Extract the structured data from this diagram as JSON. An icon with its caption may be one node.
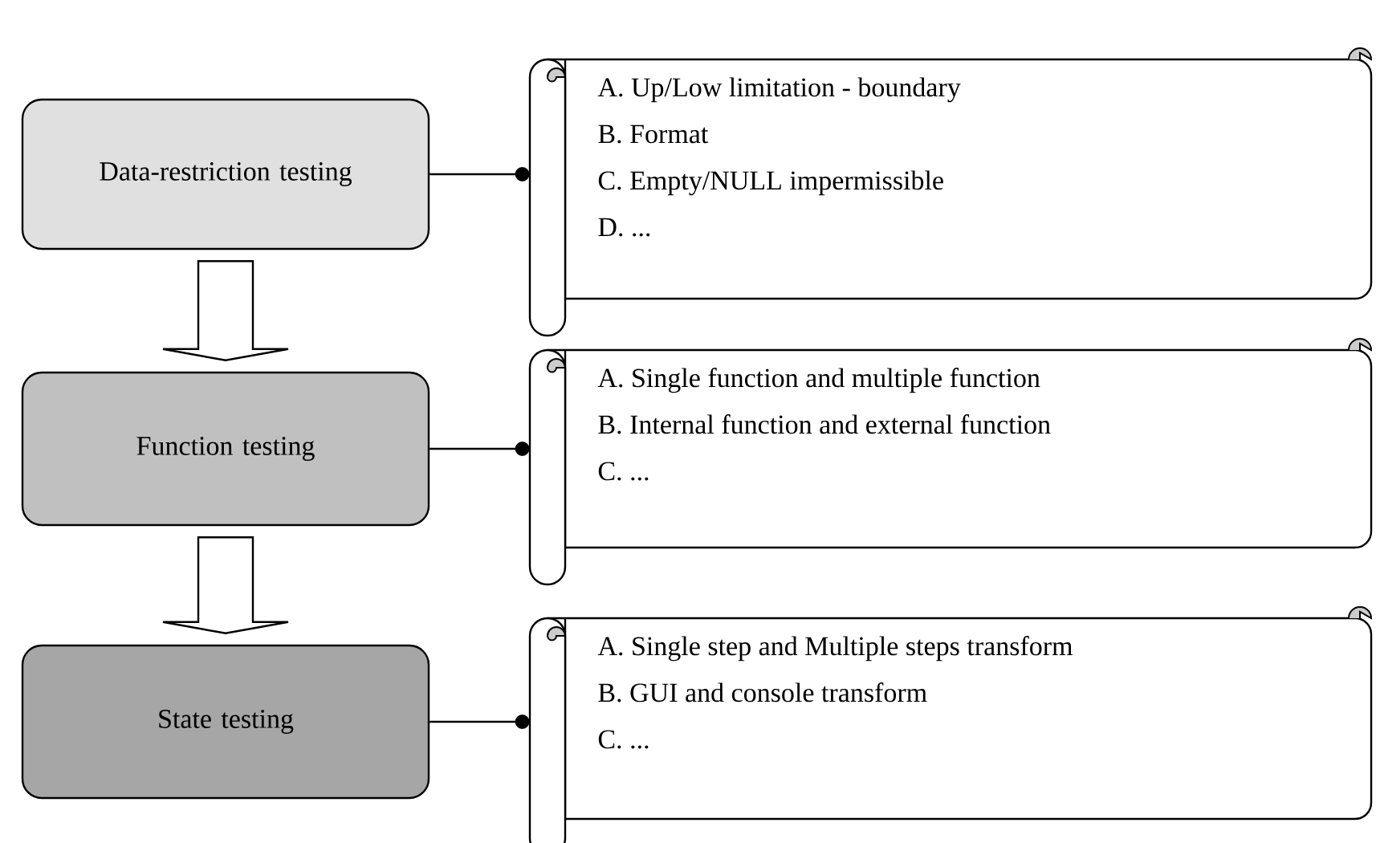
{
  "diagram": {
    "nodes": [
      {
        "text": [
          "Data-restriction testing"
        ]
      },
      {
        "text": [
          "A. Up/Low limitation - boundary",
          "B. Format",
          "C. Empty/NULL impermissible",
          "D. ..."
        ]
      },
      {
        "text": [
          "Function testing"
        ]
      },
      {
        "text": [
          "A. Single function and multiple function",
          "B. Internal function and external function",
          "C. ..."
        ]
      },
      {
        "text": [
          "State testing"
        ]
      },
      {
        "text": [
          "A. Single step and Multiple steps transform",
          "B. GUI and console transform",
          "C. ..."
        ]
      }
    ],
    "edges": [
      {
        "from": 0,
        "to": 1,
        "arrow": "other"
      },
      {
        "from": 2,
        "to": 3,
        "arrow": "other"
      },
      {
        "from": 4,
        "to": 5,
        "arrow": "other"
      },
      {
        "from": 0,
        "to": 2,
        "arrow": "to"
      },
      {
        "from": 2,
        "to": 4,
        "arrow": "to"
      }
    ]
  }
}
